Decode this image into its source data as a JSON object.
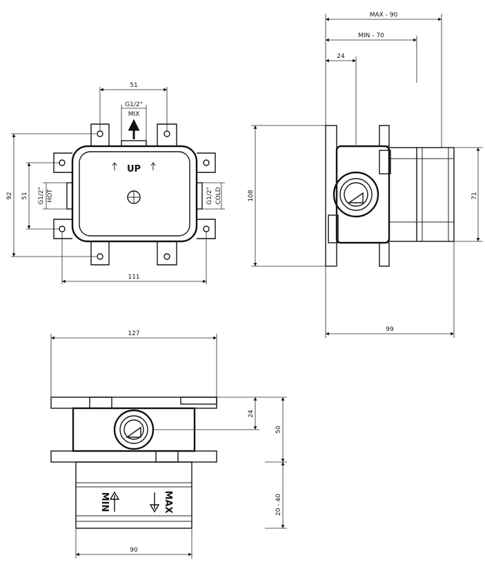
{
  "front_view": {
    "dim_top": "51",
    "inlet_top": "G1/2\"",
    "inlet_top_sub": "MIX",
    "up_label": "UP",
    "dim_left_outer": "92",
    "dim_left_inner": "51",
    "inlet_left": "G1/2\"",
    "inlet_left_sub": "HOT",
    "inlet_right": "G1/2\"",
    "inlet_right_sub": "COLD",
    "dim_bottom": "111"
  },
  "side_view": {
    "dim_max": "MAX - 90",
    "dim_min": "MIN - 70",
    "dim_24": "24",
    "dim_height": "108",
    "dim_right": "71",
    "dim_bottom": "99"
  },
  "bottom_view": {
    "dim_top": "127",
    "dim_24": "24",
    "dim_50": "50",
    "dim_range": "20 - 40",
    "label_min": "MIN",
    "label_max": "MAX",
    "dim_bottom": "90"
  }
}
